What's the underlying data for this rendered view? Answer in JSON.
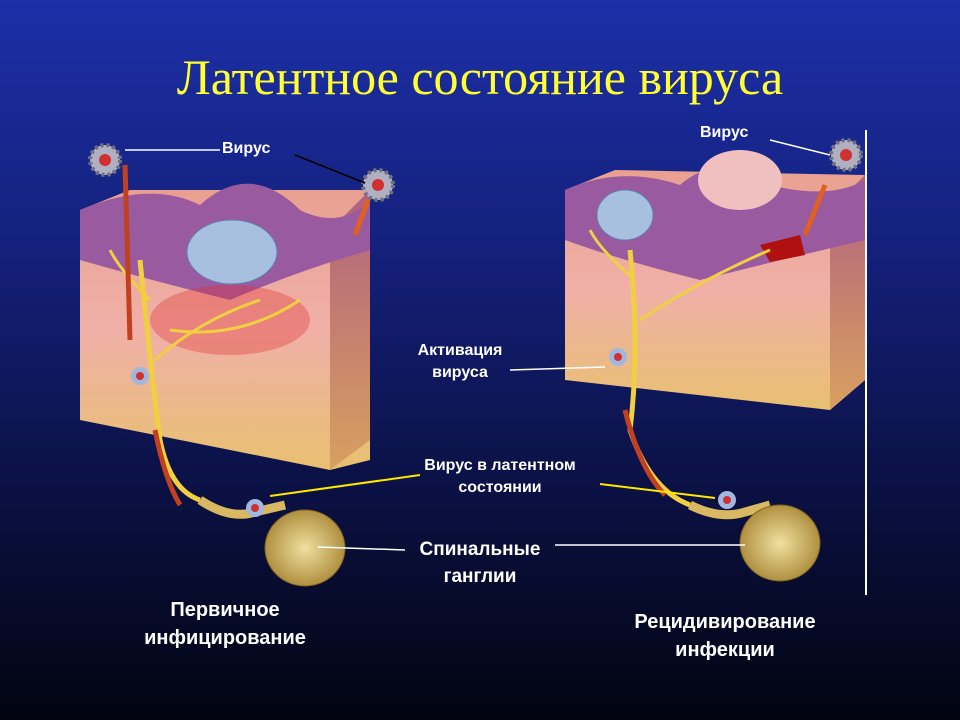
{
  "slide": {
    "title": "Латентное состояние вируса",
    "labels": {
      "virus_left": "Вирус",
      "virus_right": "Вирус",
      "activation_line1": "Активация",
      "activation_line2": "вируса",
      "latent_line1": "Вирус в латентном",
      "latent_line2": "состоянии",
      "ganglia_line1": "Спинальные",
      "ganglia_line2": "ганглии",
      "primary_line1": "Первичное",
      "primary_line2": "инфицирование",
      "recurrence_line1": "Рецидивирование",
      "recurrence_line2": "инфекции"
    },
    "colors": {
      "title": "#ffff33",
      "label": "#ffffff",
      "background_top": "#1c2fa8",
      "background_bottom": "#020410"
    }
  }
}
